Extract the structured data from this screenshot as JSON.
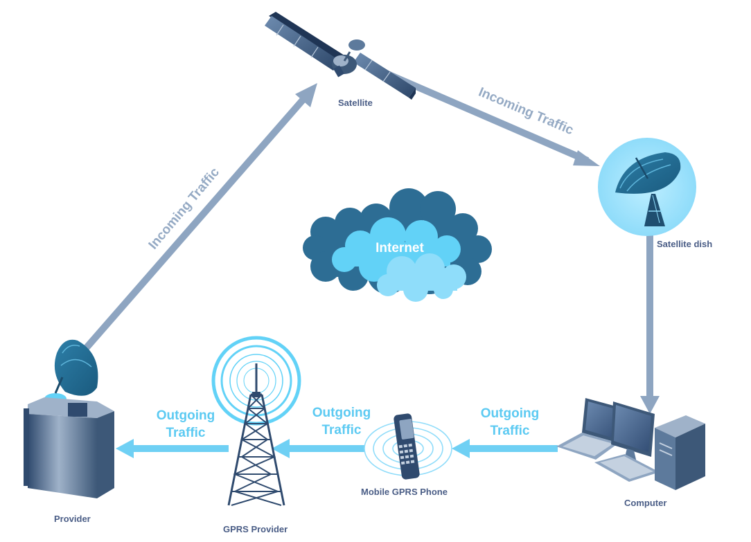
{
  "nodes": {
    "satellite": "Satellite",
    "satellite_dish": "Satellite dish",
    "computer": "Computer",
    "mobile_phone": "Mobile GPRS Phone",
    "gprs_provider": "GPRS Provider",
    "provider": "Provider"
  },
  "cloud": {
    "label": "Internet"
  },
  "traffic": {
    "incoming_left": "Incoming Traffic",
    "incoming_right": "Incoming Traffic",
    "outgoing_computer_phone_line1": "Outgoing",
    "outgoing_computer_phone_line2": "Traffic",
    "outgoing_phone_tower_line1": "Outgoing",
    "outgoing_phone_tower_line2": "Traffic",
    "outgoing_tower_provider_line1": "Outgoing",
    "outgoing_tower_provider_line2": "Traffic"
  },
  "colors": {
    "incoming_arrow": "#8ea5c1",
    "outgoing_arrow": "#6fd0f4",
    "node_label": "#4a5d86",
    "cloud_dark": "#2d6d94",
    "cloud_light": "#62d2f7"
  }
}
